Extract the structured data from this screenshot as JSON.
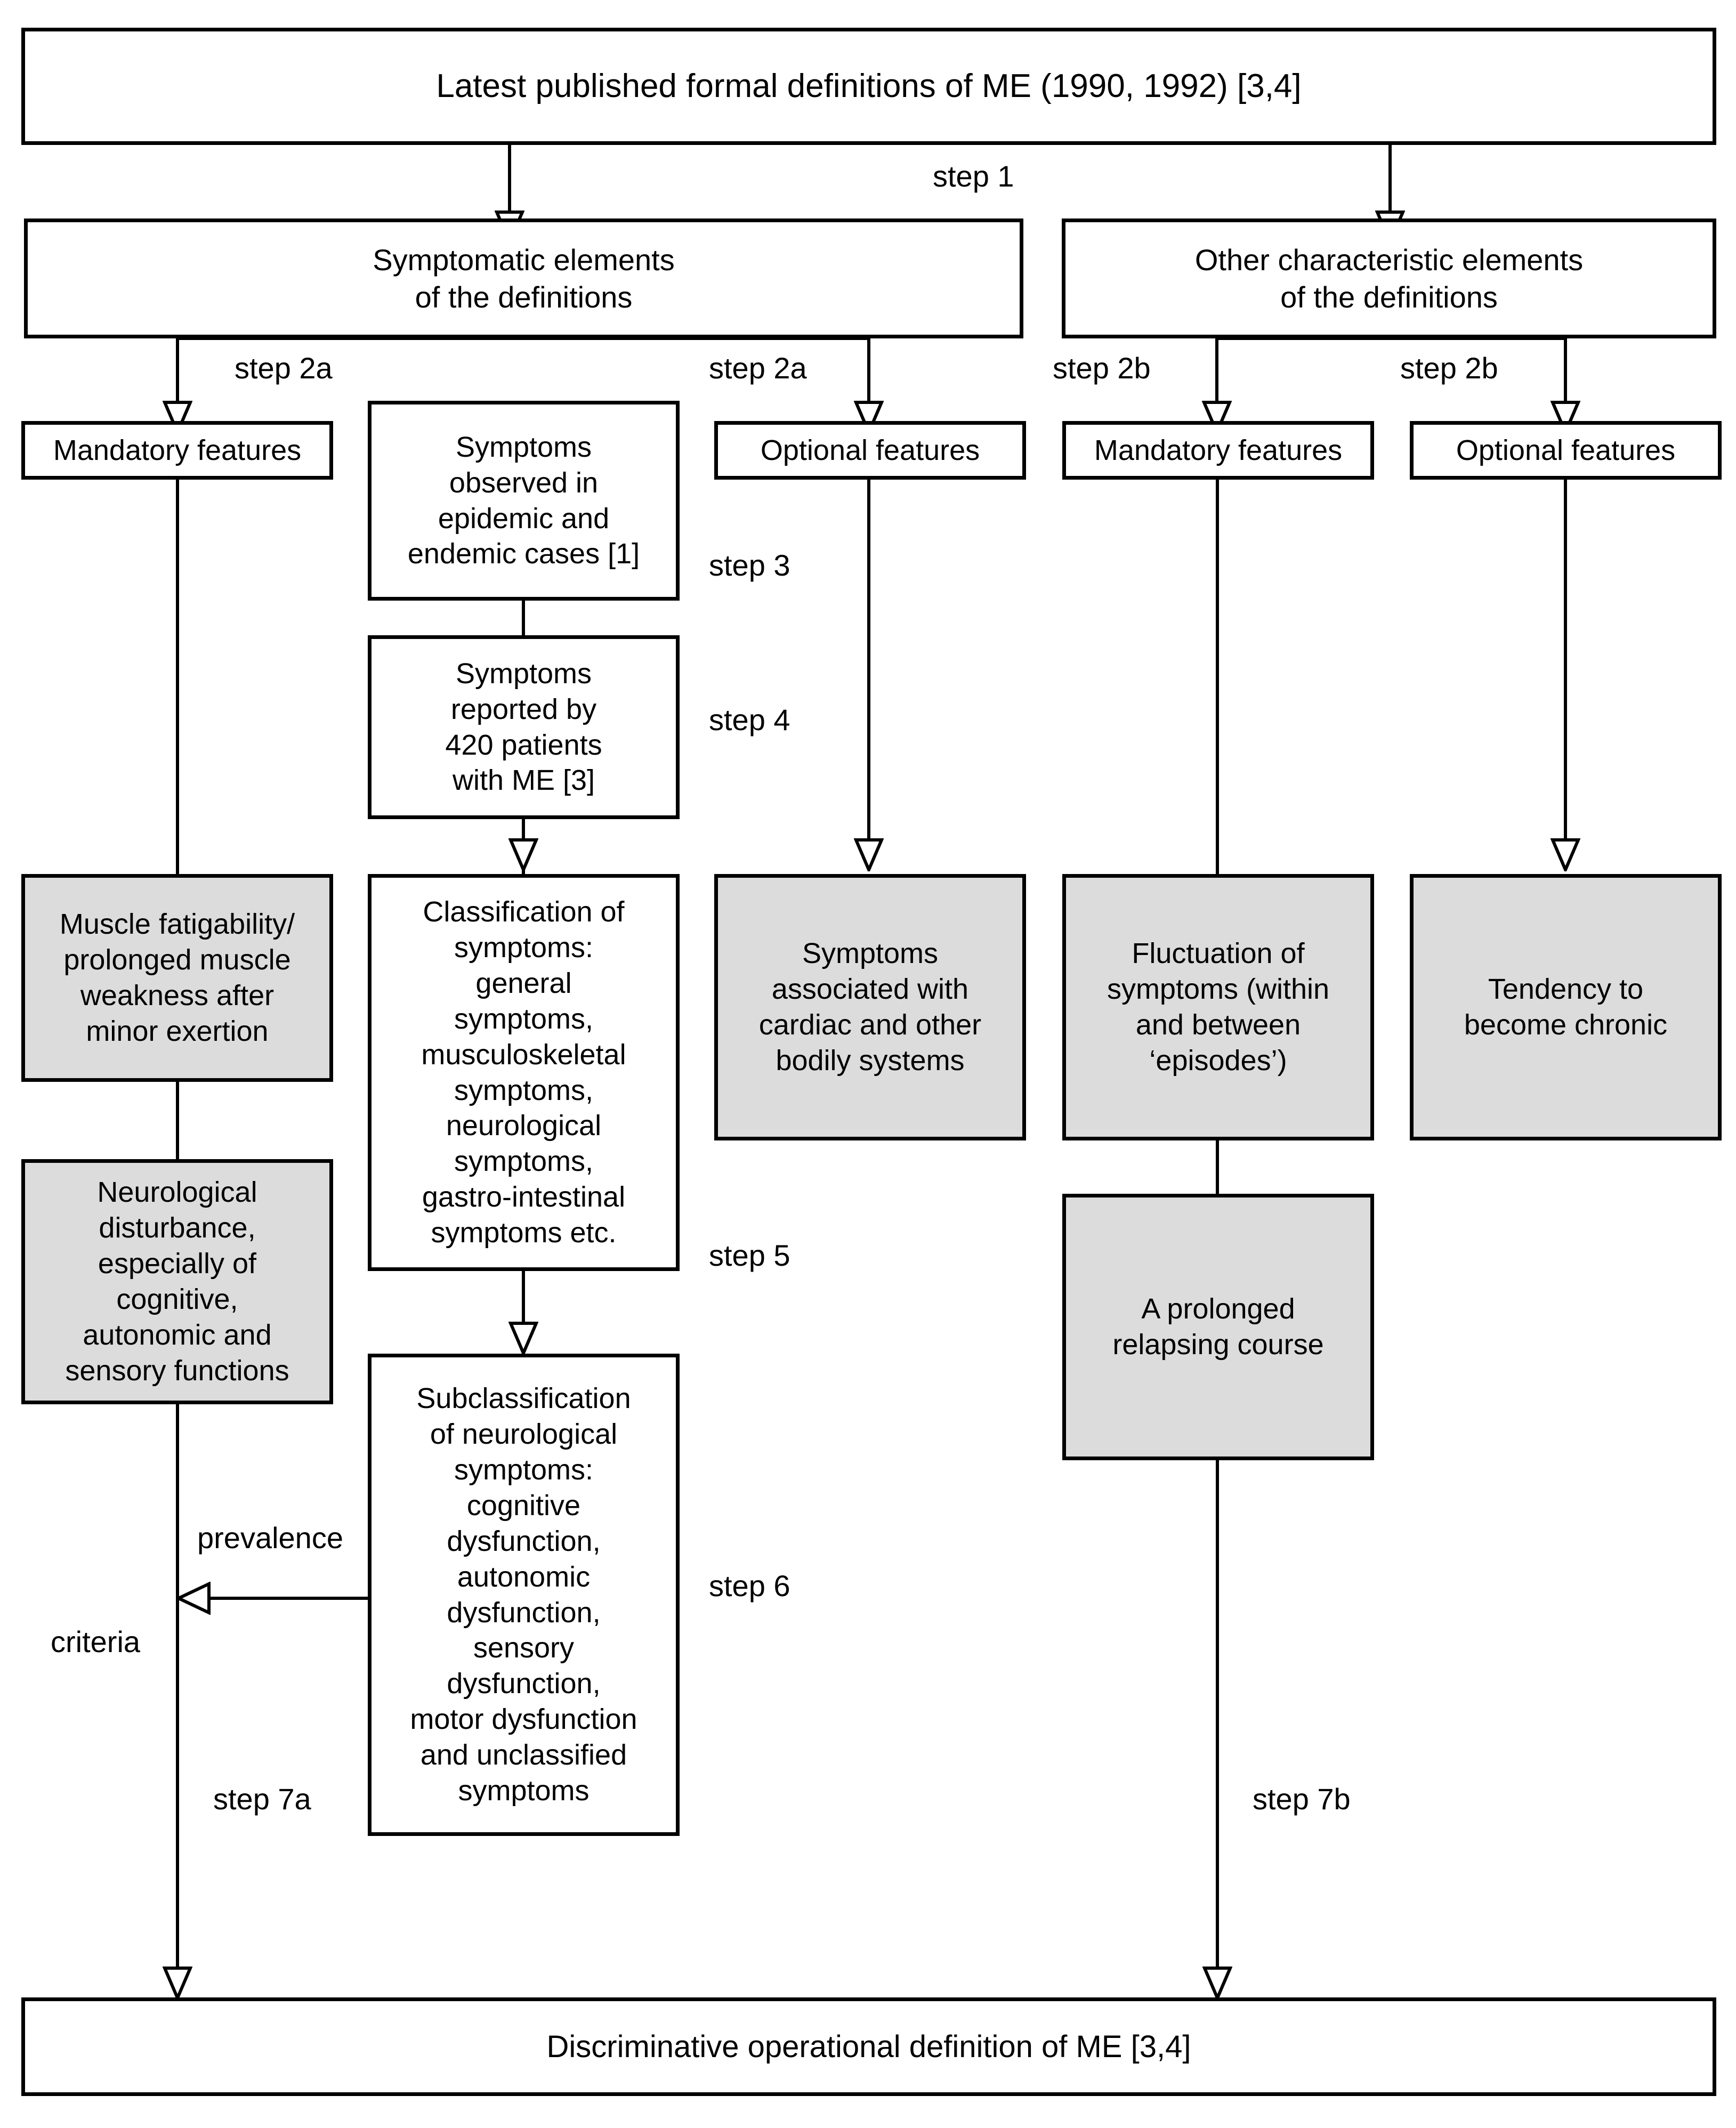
{
  "diagram": {
    "title_box": "Latest published formal definitions of ME (1990, 1992) [3,4]",
    "bottom_box": "Discriminative operational definition of ME [3,4]",
    "colors": {
      "box_fill": "#ffffff",
      "highlight_fill": "#dcdcdc",
      "stroke": "#000000"
    },
    "level2": [
      {
        "id": "symptomatic-elements",
        "text": "Symptomatic elements\nof the definitions"
      },
      {
        "id": "other-characteristic-elements",
        "text": "Other characteristic elements\nof the definitions"
      }
    ],
    "level3": [
      {
        "id": "mandatory-features-a",
        "text": "Mandatory features"
      },
      {
        "id": "symptoms-observed",
        "text": "Symptoms\nobserved in\nepidemic and\nendemic cases [1]"
      },
      {
        "id": "optional-features-a",
        "text": "Optional features"
      },
      {
        "id": "mandatory-features-b",
        "text": "Mandatory features"
      },
      {
        "id": "optional-features-b",
        "text": "Optional features"
      }
    ],
    "level4": [
      {
        "id": "symptoms-reported",
        "text": "Symptoms\nreported by\n420 patients\nwith ME [3]"
      }
    ],
    "level5": [
      {
        "id": "muscle-fatigability",
        "text": "Muscle fatigability/\nprolonged muscle\nweakness after\nminor exertion",
        "fill": "gray"
      },
      {
        "id": "classification-of-symptoms",
        "text": "Classification of\nsymptoms:\ngeneral\nsymptoms,\nmusculoskeletal\nsymptoms,\nneurological\nsymptoms,\ngastro-intestinal\nsymptoms etc.",
        "fill": "white"
      },
      {
        "id": "symptoms-cardiac",
        "text": "Symptoms\nassociated with\ncardiac and other\nbodily systems",
        "fill": "gray"
      },
      {
        "id": "fluctuation-of-symptoms",
        "text": "Fluctuation of\nsymptoms (within\nand between\n‘episodes’)",
        "fill": "gray"
      },
      {
        "id": "tendency-chronic",
        "text": "Tendency to\nbecome chronic",
        "fill": "gray"
      }
    ],
    "level6": [
      {
        "id": "neurological-disturbance",
        "text": "Neurological\ndisturbance,\nespecially of\ncognitive,\nautonomic and\nsensory functions",
        "fill": "gray"
      },
      {
        "id": "prolonged-relapsing-course",
        "text": "A prolonged\nrelapsing course",
        "fill": "gray"
      }
    ],
    "level7": [
      {
        "id": "subclassification",
        "text": "Subclassification\nof neurological\nsymptoms:\ncognitive\ndysfunction,\nautonomic\ndysfunction,\nsensory\ndysfunction,\nmotor dysfunction\nand unclassified\nsymptoms",
        "fill": "white"
      }
    ],
    "step_labels": {
      "step1": "step 1",
      "step2a_left": "step 2a",
      "step2a_right": "step 2a",
      "step2b_left": "step 2b",
      "step2b_right": "step 2b",
      "step3": "step 3",
      "step4": "step 4",
      "step5": "step 5",
      "step6": "step 6",
      "step7a": "step 7a",
      "step7b": "step 7b",
      "prevalence": "prevalence",
      "criteria": "criteria"
    }
  }
}
